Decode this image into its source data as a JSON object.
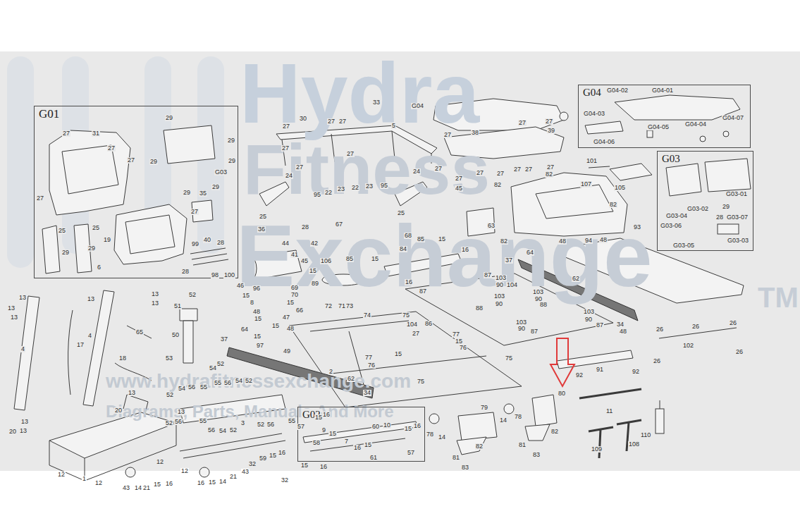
{
  "diagram": {
    "nodes": [
      {
        "text": [
          "G01"
        ]
      },
      {
        "text": [
          "G04"
        ]
      },
      {
        "text": [
          "G03"
        ]
      },
      {
        "text": [
          "G02"
        ]
      }
    ],
    "edges": [],
    "labels": [
      "Hydra",
      "Fitness",
      "Exchange",
      "TM",
      "www.hydrafitnessexchange.com",
      "Diagrams, Parts, Manuals And More",
      "29",
      "27",
      "31",
      "27",
      "27",
      "27",
      "29",
      "29",
      "29",
      "G03",
      "29",
      "29",
      "35",
      "27",
      "25",
      "25",
      "19",
      "99",
      "40",
      "28",
      "29",
      "29",
      "6",
      "28",
      "98",
      "100",
      "33",
      "G04",
      "30",
      "27",
      "27",
      "27",
      "5",
      "27",
      "38",
      "27",
      "27",
      "39",
      "27",
      "27",
      "27",
      "24",
      "24",
      "27",
      "27",
      "27",
      "27",
      "27",
      "27",
      "27",
      "101",
      "107",
      "105",
      "82",
      "82",
      "45",
      "95",
      "22",
      "23",
      "22",
      "23",
      "95",
      "82",
      "25",
      "25",
      "67",
      "28",
      "36",
      "82",
      "63",
      "48",
      "94",
      "48",
      "93",
      "68",
      "85",
      "15",
      "44",
      "42",
      "16",
      "64",
      "41",
      "84",
      "85",
      "15",
      "45",
      "106",
      "37",
      "15",
      "62",
      "87",
      "103",
      "16",
      "89",
      "96",
      "90",
      "104",
      "46",
      "69",
      "87",
      "103",
      "70",
      "15",
      "103",
      "90",
      "8",
      "15",
      "90",
      "88",
      "72",
      "71",
      "73",
      "88",
      "66",
      "103",
      "48",
      "74",
      "75",
      "47",
      "15",
      "90",
      "103",
      "86",
      "104",
      "34",
      "87",
      "26",
      "26",
      "26",
      "15",
      "48",
      "90",
      "64",
      "48",
      "87",
      "27",
      "77",
      "15",
      "37",
      "15",
      "97",
      "76",
      "49",
      "15",
      "102",
      "77",
      "75",
      "26",
      "26",
      "76",
      "2",
      "62",
      "75",
      "92",
      "91",
      "92",
      "34",
      "80",
      "13",
      "13",
      "13",
      "13",
      "13",
      "13",
      "52",
      "51",
      "50",
      "65",
      "4",
      "17",
      "4",
      "53",
      "18",
      "52",
      "54",
      "52",
      "54",
      "56",
      "55",
      "55",
      "56",
      "54",
      "13",
      "52",
      "20",
      "13",
      "13",
      "52",
      "56",
      "3",
      "52",
      "56",
      "55",
      "13",
      "20",
      "56",
      "54",
      "52",
      "55",
      "12",
      "32",
      "59",
      "15",
      "16",
      "12",
      "43",
      "15",
      "16",
      "12",
      "21",
      "1",
      "32",
      "16",
      "15",
      "14",
      "12",
      "15",
      "16",
      "43",
      "14",
      "21",
      "15",
      "16",
      "57",
      "9",
      "15",
      "10",
      "60",
      "15",
      "16",
      "58",
      "7",
      "16",
      "15",
      "57",
      "61",
      "79",
      "14",
      "78",
      "78",
      "14",
      "82",
      "82",
      "81",
      "83",
      "81",
      "83",
      "11",
      "110",
      "108",
      "109",
      "G04-02",
      "G04-01",
      "G04-03",
      "G04-04",
      "G04-07",
      "G04-05",
      "G04-06",
      "G03-01",
      "29",
      "G03-02",
      "G03-04",
      "28",
      "G03-07",
      "G03-06",
      "G03-03",
      "G03-05"
    ]
  }
}
